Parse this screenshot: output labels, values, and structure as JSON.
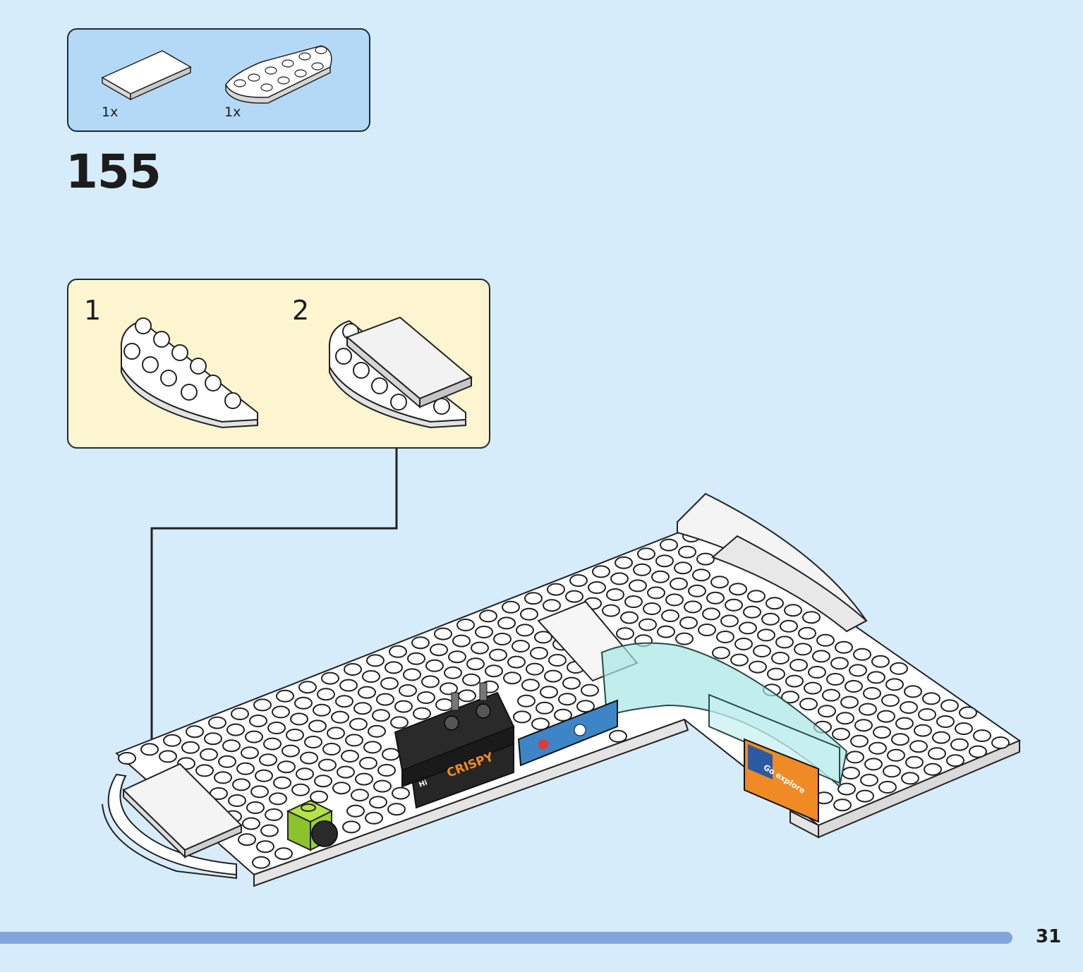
{
  "parts_list": {
    "items": [
      {
        "part": "tile-2x4-white",
        "quantity": "1x"
      },
      {
        "part": "plate-round-half-white",
        "quantity": "1x"
      }
    ]
  },
  "step": {
    "number": "155"
  },
  "sub_assembly": {
    "steps": [
      {
        "number": "1"
      },
      {
        "number": "2"
      }
    ]
  },
  "model": {
    "stickers": [
      "CRISPY",
      "Hi",
      "Go explore"
    ]
  },
  "colors": {
    "page_background": "#d6ecfb",
    "parts_box": "#b4d9f6",
    "sub_assembly_box": "#fdf5cf",
    "progress_bar": "#7fa6db",
    "lime_brick": "#9bd42a",
    "transparent_blue": "#a8e6e6"
  },
  "footer": {
    "page_number": "31"
  }
}
